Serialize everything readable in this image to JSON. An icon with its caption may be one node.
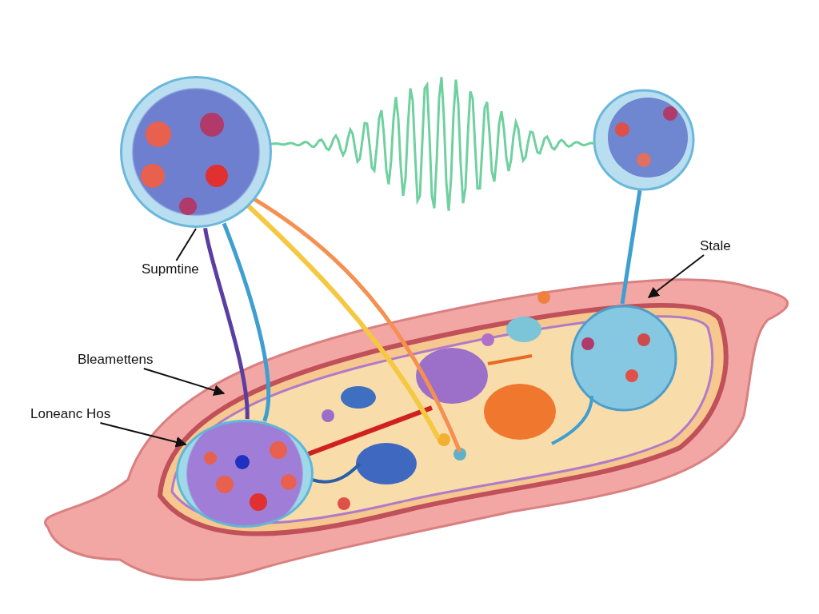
{
  "diagram": {
    "nodes": [
      {
        "text": [
          "Supmtine"
        ]
      },
      {
        "text": [],
        "shape": "circle"
      },
      {
        "text": [
          "Bleamettens"
        ]
      },
      {
        "text": [
          "Loneanc Hos"
        ]
      },
      {
        "text": [],
        "shape": "circle"
      },
      {
        "text": [
          "Stale"
        ]
      }
    ],
    "edges": [
      {
        "from": 0,
        "to": 1,
        "arrow": "none"
      },
      {
        "from": 2,
        "to": null,
        "arrow": "to"
      },
      {
        "from": 3,
        "to": 4,
        "arrow": "to"
      },
      {
        "from": 5,
        "to": null,
        "arrow": "to"
      },
      {
        "from": 1,
        "to": 4,
        "arrow": "none",
        "style": "thick",
        "color": "#5b3fa0"
      },
      {
        "from": 1,
        "to": 4,
        "arrow": "none",
        "style": "thick",
        "color": "#3f9fd0"
      }
    ]
  }
}
